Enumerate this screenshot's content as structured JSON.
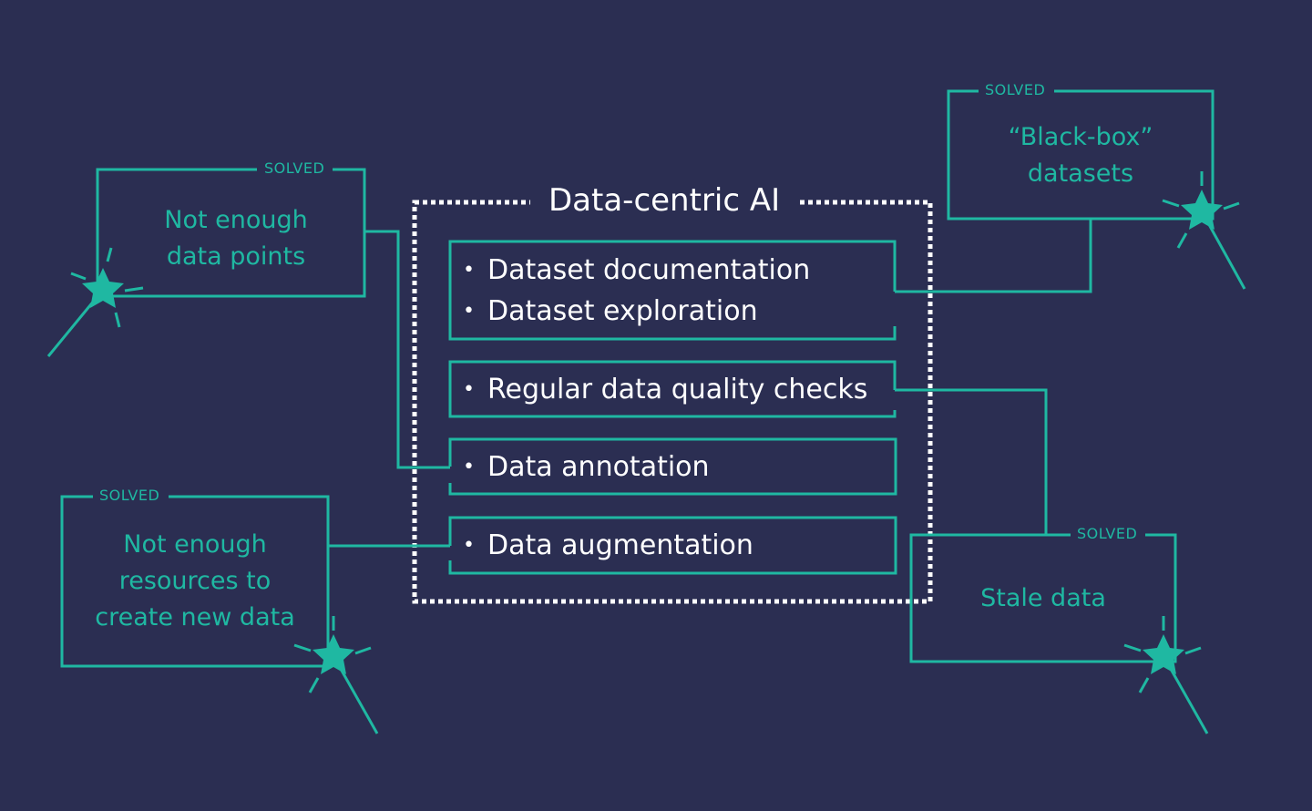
{
  "center": {
    "title": "Data-centric AI",
    "groups": [
      {
        "items": [
          "Dataset documentation",
          "Dataset exploration"
        ]
      },
      {
        "items": [
          "Regular data quality checks"
        ]
      },
      {
        "items": [
          "Data annotation"
        ]
      },
      {
        "items": [
          "Data augmentation"
        ]
      }
    ]
  },
  "problems": [
    {
      "badge": "SOLVED",
      "lines": [
        "Not enough",
        "data points"
      ]
    },
    {
      "badge": "SOLVED",
      "lines": [
        "“Black-box”",
        "datasets"
      ]
    },
    {
      "badge": "SOLVED",
      "lines": [
        "Not enough",
        "resources to",
        "create new data"
      ]
    },
    {
      "badge": "SOLVED",
      "lines": [
        "Stale data"
      ]
    }
  ],
  "colors": {
    "background": "#2b2e52",
    "accent": "#1fb8a2",
    "text": "#ffffff"
  }
}
